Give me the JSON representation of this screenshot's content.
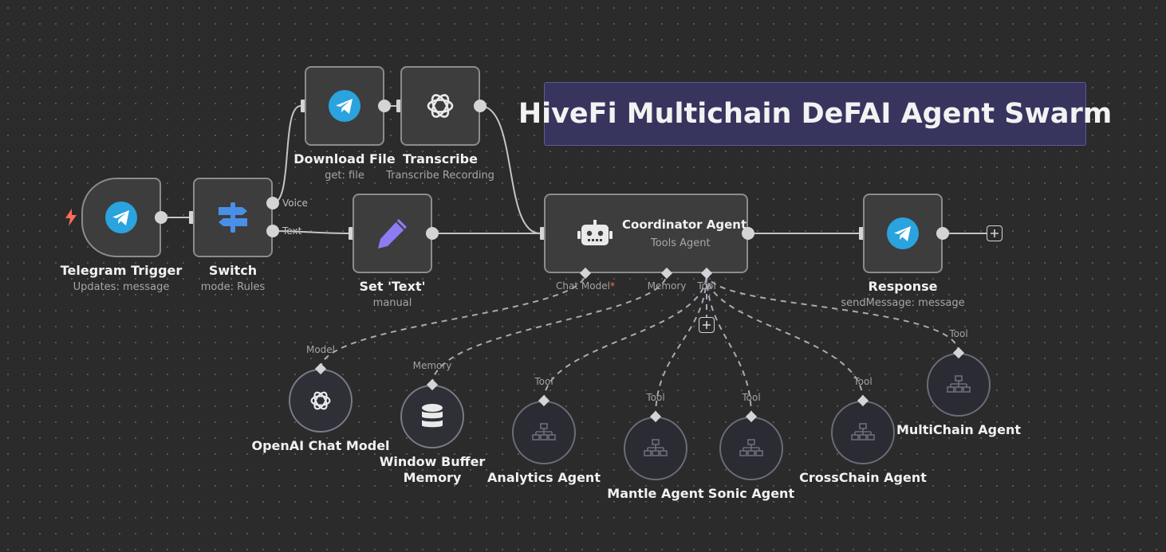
{
  "sticky_note": {
    "title": "HiveFi Multichain DeFAI Agent Swarm"
  },
  "nodes": {
    "telegram_trigger": {
      "name": "Telegram Trigger",
      "subtitle": "Updates: message",
      "icon": "telegram-icon"
    },
    "switch": {
      "name": "Switch",
      "subtitle": "mode: Rules",
      "icon": "signpost-icon",
      "outputs": [
        "Voice",
        "Text"
      ]
    },
    "download_file": {
      "name": "Download File",
      "subtitle": "get: file",
      "icon": "telegram-icon"
    },
    "transcribe": {
      "name": "Transcribe",
      "subtitle": "Transcribe Recording",
      "icon": "openai-icon"
    },
    "set_text": {
      "name": "Set 'Text'",
      "subtitle": "manual",
      "icon": "pencil-icon"
    },
    "coordinator": {
      "name": "Coordinator Agent",
      "subtitle": "Tools Agent",
      "icon": "robot-icon",
      "ports": {
        "chat_model": "Chat Model",
        "required_mark": "*",
        "memory": "Memory",
        "tool": "Tool"
      }
    },
    "response": {
      "name": "Response",
      "subtitle": "sendMessage: message",
      "icon": "telegram-icon"
    },
    "openai_chat": {
      "name": "OpenAI Chat Model",
      "port": "Model",
      "icon": "openai-icon"
    },
    "window_memory": {
      "name_line1": "Window Buffer",
      "name_line2": "Memory",
      "port": "Memory",
      "icon": "database-icon"
    },
    "analytics_agent": {
      "name": "Analytics Agent",
      "port": "Tool",
      "icon": "network-icon"
    },
    "mantle_agent": {
      "name": "Mantle Agent",
      "port": "Tool",
      "icon": "network-icon"
    },
    "sonic_agent": {
      "name": "Sonic Agent",
      "port": "Tool",
      "icon": "network-icon"
    },
    "crosschain_agent": {
      "name": "CrossChain Agent",
      "port": "Tool",
      "icon": "network-icon"
    },
    "multichain_agent": {
      "name": "MultiChain Agent",
      "port": "Tool",
      "icon": "network-icon"
    }
  },
  "colors": {
    "canvas": "#2b2b2b",
    "node_fill": "#3d3d3d",
    "node_border": "#8c8c8c",
    "telegram_blue": "#2aa3df",
    "switch_blue": "#4a8fe7",
    "pencil_purple": "#8b7cf4",
    "trigger_bolt": "#ff6d5a",
    "sticky_fill": "#37345e"
  }
}
